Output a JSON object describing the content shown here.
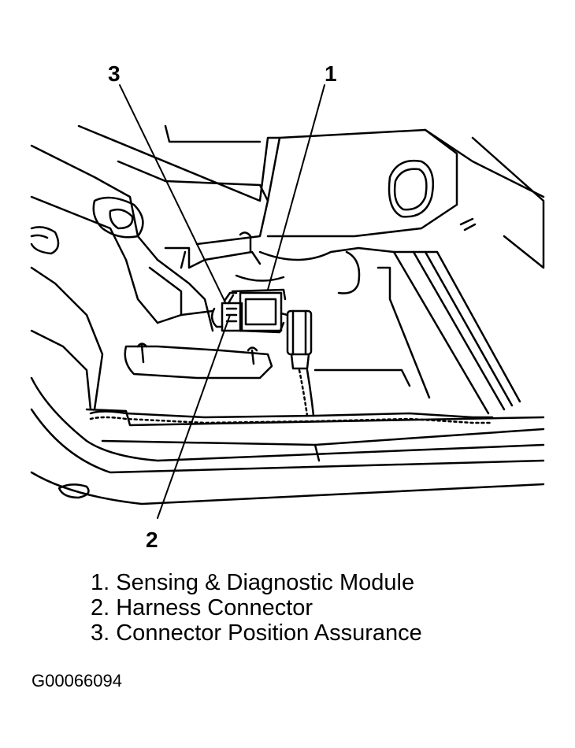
{
  "callouts": [
    "1",
    "2",
    "3"
  ],
  "legend": [
    "1. Sensing & Diagnostic Module",
    "2. Harness Connector",
    "3. Connector Position Assurance"
  ],
  "figure_id": "G00066094"
}
